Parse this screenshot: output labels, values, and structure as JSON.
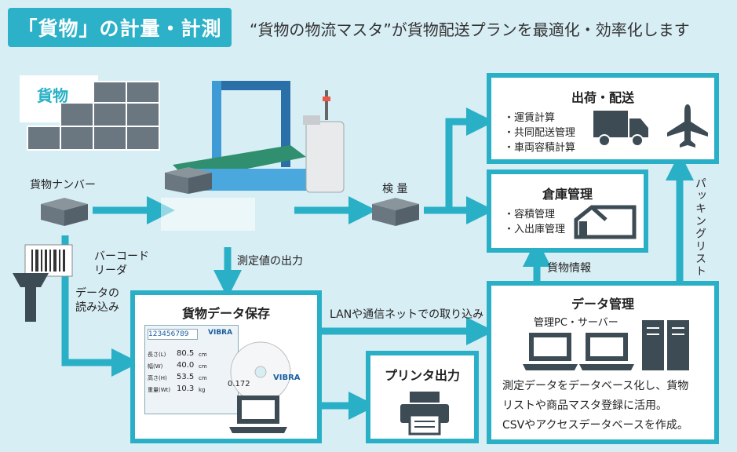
{
  "header": {
    "title": "「貨物」の計量・計測",
    "tagline": "“貨物の物流マスタ”が貨物配送プランを最適化・効率化します"
  },
  "cargo": {
    "label": "貨物"
  },
  "labels": {
    "cargo_number": "貨物ナンバー",
    "barcode_reader": "バーコード\nリーダ",
    "data_read": "データの\n読み込み",
    "measurement_output": "測定値の出力",
    "inspection": "検 量",
    "lan_import": "LANや通信ネットでの取り込み",
    "cargo_info": "貨物情報",
    "packing_list": "パッキングリスト"
  },
  "shipping": {
    "title": "出荷・配送",
    "items": [
      "・運賃計算",
      "・共同配送管理",
      "・車両容積計算"
    ]
  },
  "warehouse": {
    "title": "倉庫管理",
    "items": [
      "・容積管理",
      "・入出庫管理"
    ]
  },
  "data_save": {
    "title": "貨物データ保存",
    "screen": {
      "id": "123456789",
      "rows": [
        {
          "label": "長さ(L)",
          "value": "80.5",
          "unit": "cm"
        },
        {
          "label": "幅(W)",
          "value": "40.0",
          "unit": "cm"
        },
        {
          "label": "高さ(H)",
          "value": "53.5",
          "unit": "cm"
        },
        {
          "label": "重量(Wt)",
          "value": "10.3",
          "unit": "kg"
        }
      ],
      "brand": "VIBRA",
      "reading": "0.172"
    }
  },
  "printer": {
    "title": "プリンタ出力"
  },
  "data_mgmt": {
    "title": "データ管理",
    "subtitle": "管理PC・サーバー",
    "notes": [
      "測定データをデータベース化し、貨物",
      "リストや商品マスタ登録に活用。",
      "CSVやアクセスデータベースを作成。"
    ]
  },
  "colors": {
    "accent": "#29b0c6",
    "dark_icon": "#3d4b55",
    "box_gray": "#6b7780",
    "bg": "#d8eef5"
  }
}
